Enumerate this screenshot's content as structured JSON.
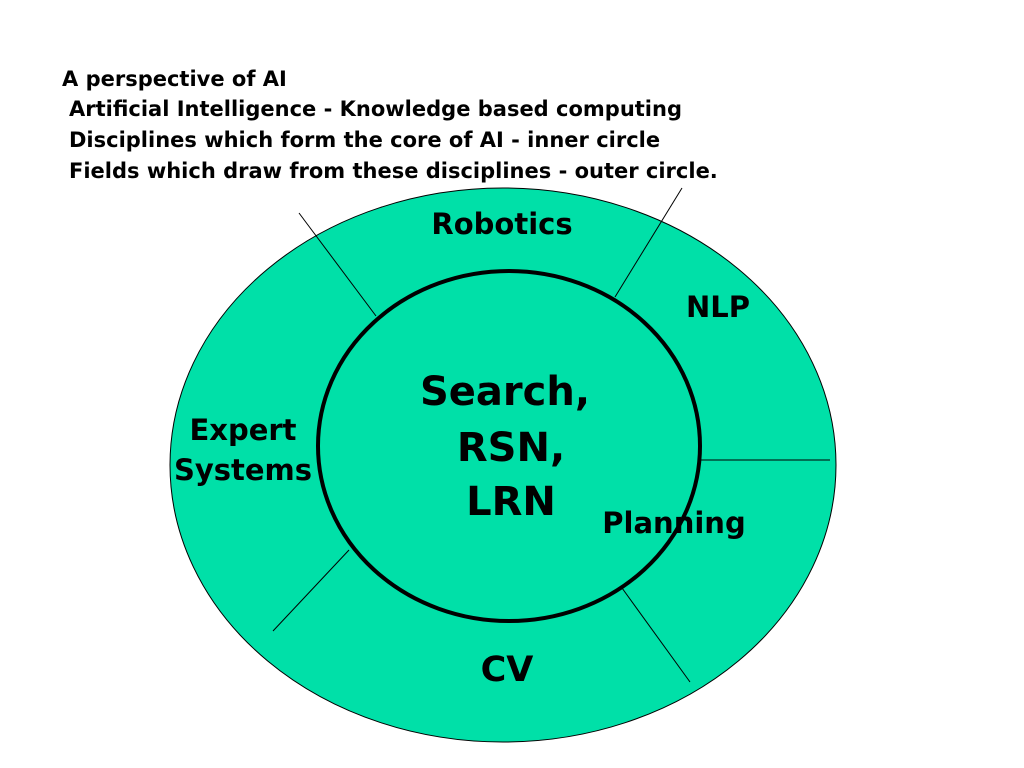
{
  "header": {
    "title": "A perspective of AI",
    "lines": [
      "Artificial Intelligence - Knowledge based computing",
      "Disciplines which form the core of AI - inner circle",
      "Fields which draw from these disciplines - outer circle."
    ]
  },
  "diagram": {
    "outer_fields": {
      "robotics": "Robotics",
      "nlp": "NLP",
      "expert_systems_line1": "Expert",
      "expert_systems_line2": "Systems",
      "planning": "Planning",
      "cv": "CV"
    },
    "core": {
      "line1": "Search,",
      "line2": "RSN,",
      "line3": "LRN"
    },
    "colors": {
      "fill": "#00E0A8",
      "stroke": "#000000"
    }
  }
}
